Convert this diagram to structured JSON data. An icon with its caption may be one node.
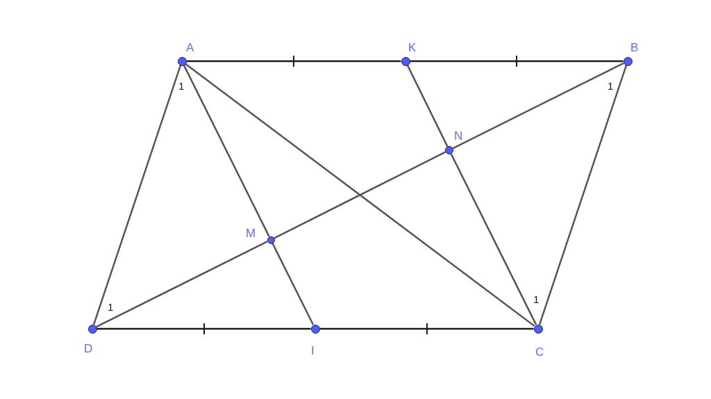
{
  "diagram": {
    "nodes": [
      {
        "text": [],
        "shape": "circle",
        "beside": [
          "A"
        ]
      },
      {
        "text": [],
        "shape": "circle",
        "beside": [
          "K"
        ]
      },
      {
        "text": [],
        "shape": "circle",
        "beside": [
          "B"
        ]
      },
      {
        "text": [],
        "shape": "circle",
        "beside": [
          "N"
        ]
      },
      {
        "text": [],
        "shape": "circle",
        "beside": [
          "M"
        ]
      },
      {
        "text": [],
        "shape": "circle",
        "beside": [
          "D"
        ]
      },
      {
        "text": [],
        "shape": "circle",
        "beside": [
          "I"
        ]
      },
      {
        "text": [],
        "shape": "circle",
        "beside": [
          "C"
        ]
      }
    ],
    "edges": [
      {
        "from": 0,
        "to": 1,
        "arrow": "none",
        "color": "#1a1a1a"
      },
      {
        "from": 1,
        "to": 2,
        "arrow": "none",
        "color": "#1a1a1a"
      },
      {
        "from": 0,
        "to": 5,
        "arrow": "none"
      },
      {
        "from": 2,
        "to": 7,
        "arrow": "none"
      },
      {
        "from": 5,
        "to": 6,
        "arrow": "none",
        "color": "#1a1a1a"
      },
      {
        "from": 6,
        "to": 7,
        "arrow": "none",
        "color": "#1a1a1a"
      },
      {
        "from": 0,
        "to": 7,
        "arrow": "none"
      },
      {
        "from": 5,
        "to": 4,
        "arrow": "none"
      },
      {
        "from": 4,
        "to": 3,
        "arrow": "none"
      },
      {
        "from": 3,
        "to": 2,
        "arrow": "none"
      },
      {
        "from": 0,
        "to": 4,
        "arrow": "none"
      },
      {
        "from": 4,
        "to": 6,
        "arrow": "none"
      },
      {
        "from": 1,
        "to": 3,
        "arrow": "none"
      },
      {
        "from": 3,
        "to": 7,
        "arrow": "none"
      }
    ],
    "labels": [
      "1",
      "1",
      "1",
      "1"
    ]
  }
}
